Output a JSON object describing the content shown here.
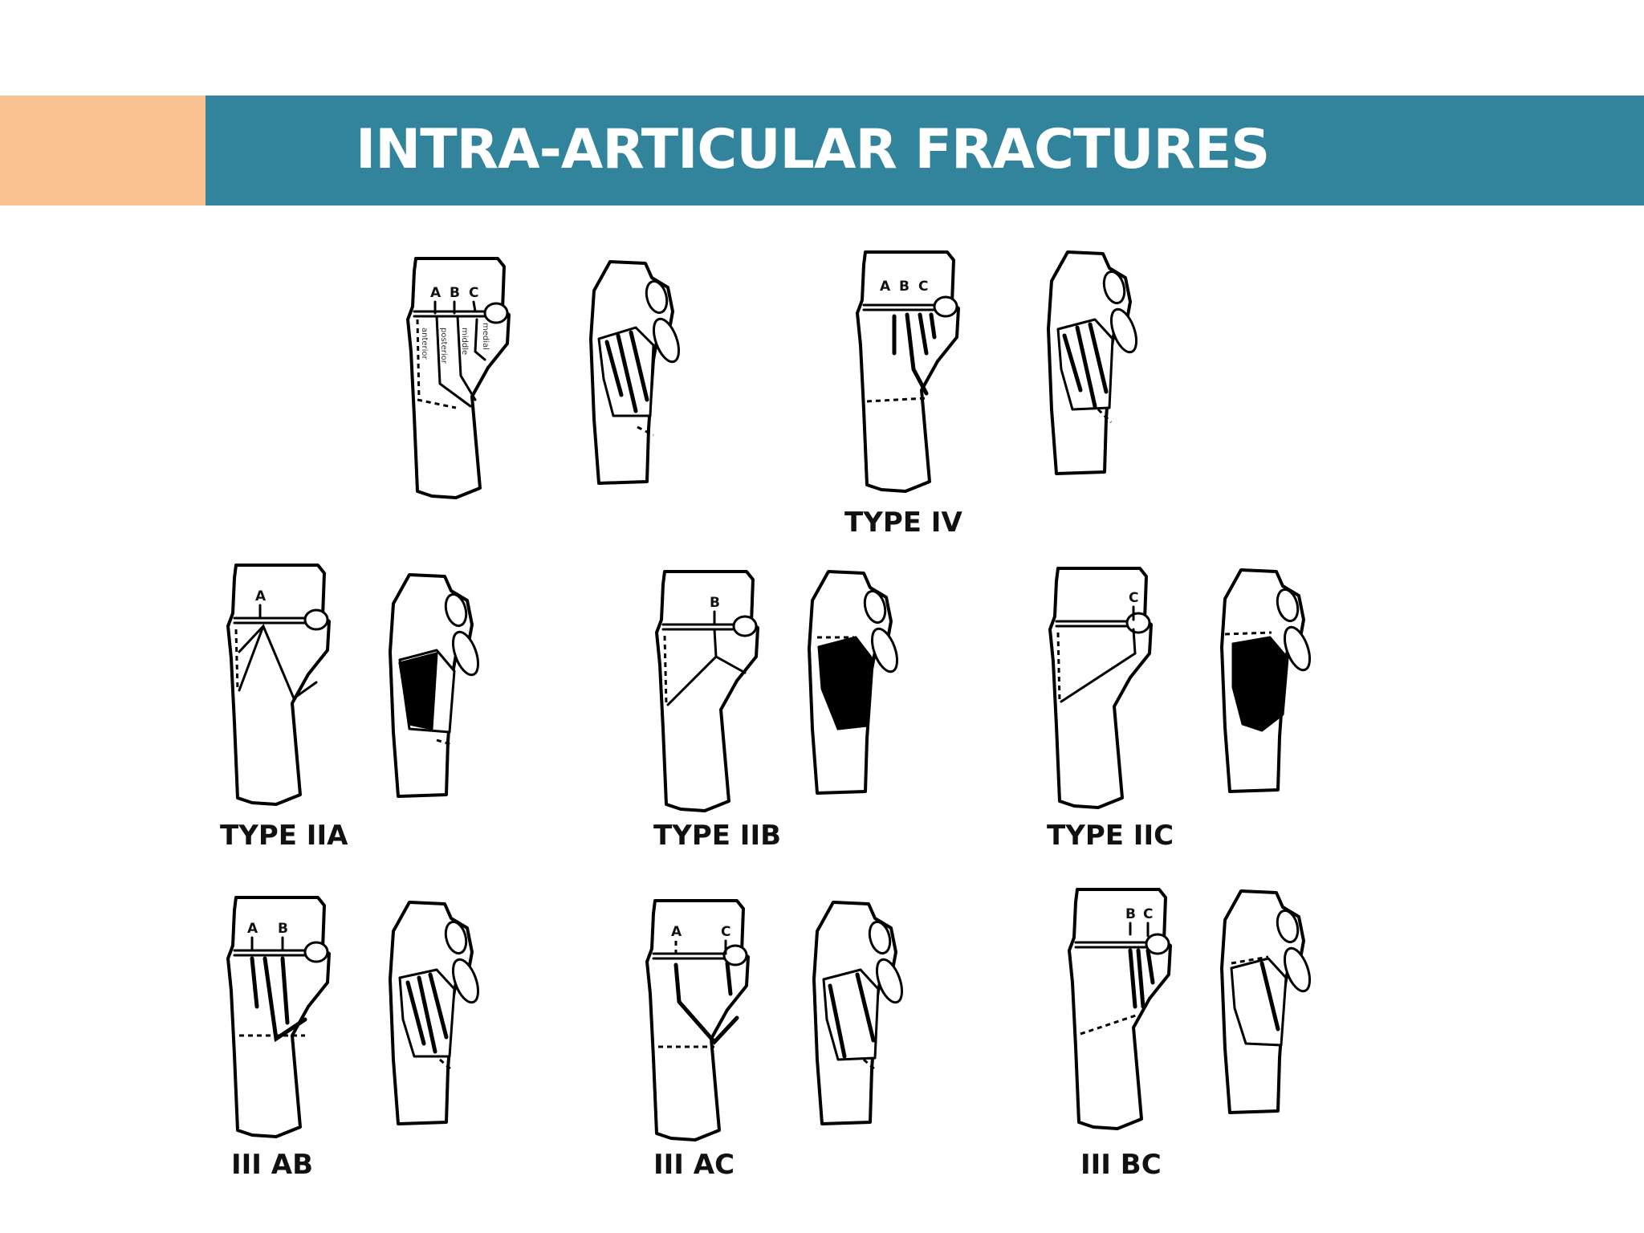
{
  "slide": {
    "title": "INTRA-ARTICULAR FRACTURES",
    "colors": {
      "title_bar": "#31849b",
      "accent_bar": "#f8c291",
      "title_text": "#ffffff"
    }
  },
  "figures": {
    "base": {
      "label": "",
      "letters": [
        "A",
        "B",
        "C"
      ],
      "region_labels": [
        "anterior",
        "posterior",
        "middle",
        "medial"
      ]
    },
    "type4": {
      "label": "TYPE  IV",
      "letters": [
        "A",
        "B",
        "C"
      ]
    },
    "type2a": {
      "label": "TYPE  IIA",
      "letters": [
        "A"
      ]
    },
    "type2b": {
      "label": "TYPE  IIB",
      "letters": [
        "B"
      ]
    },
    "type2c": {
      "label": "TYPE  IIC",
      "letters": [
        "C"
      ]
    },
    "type3ab": {
      "label": "III  AB",
      "letters": [
        "A",
        "B"
      ]
    },
    "type3ac": {
      "label": "III  AC",
      "letters": [
        "A",
        "C"
      ]
    },
    "type3bc": {
      "label": "III  BC",
      "letters": [
        "B",
        "C"
      ]
    }
  }
}
